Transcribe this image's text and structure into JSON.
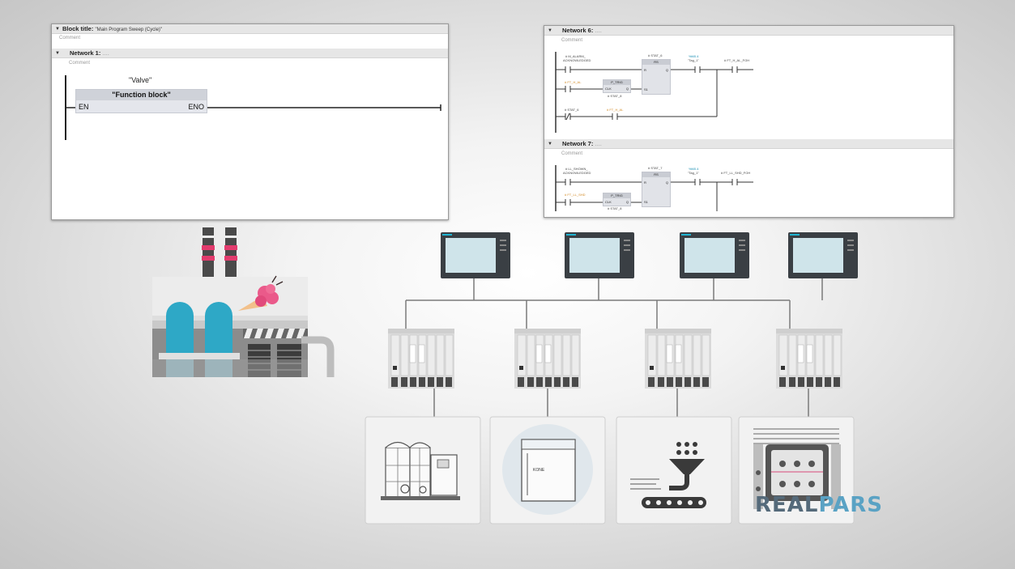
{
  "left_panel": {
    "block_title_label": "Block title:",
    "block_title_value": "\"Main Program Sweep (Cycle)\"",
    "comment": "Comment",
    "network1_label": "Network 1:",
    "network1_dots": "....",
    "network1_comment": "Comment",
    "instance_label": "\"Valve\"",
    "fb_title": "\"Function block\"",
    "en_pin": "EN",
    "eno_pin": "ENO"
  },
  "right_panel": {
    "network6_label": "Network 6:",
    "network6_dots": "....",
    "network6_comment": "Comment",
    "n6_contact1_line1": "# M_ALARM_",
    "n6_contact1_line2": "ACKNOWLEDGED",
    "n6_rs_tag": "# STAT_6",
    "n6_rs_title": "RS",
    "n6_rs_r": "R",
    "n6_rs_q": "Q",
    "n6_rs_s1": "S1",
    "n6_blue_addr": "%M0.4",
    "n6_blue_tag": "\"Tag_1\"",
    "n6_out_tag": "# FT_H_AL_FOH",
    "n6_trig_in": "# FT_H_AL",
    "n6_trig_title": "P_TRIG",
    "n6_trig_clk": "CLK",
    "n6_trig_q": "Q",
    "n6_trig_stat": "# STAT_8",
    "n6_row3_stat": "# STAT_6",
    "n6_row3_orange": "# FT_H_AL",
    "network7_label": "Network 7:",
    "network7_dots": "....",
    "network7_comment": "Comment",
    "n7_contact1_line1": "# LL_SHOWN_",
    "n7_contact1_line2": "ACKNOWLEDGED",
    "n7_rs_tag": "# STAT_7",
    "n7_rs_title": "RS",
    "n7_rs_r": "R",
    "n7_rs_q": "Q",
    "n7_rs_s1": "S1",
    "n7_blue_addr": "%M0.4",
    "n7_blue_tag": "\"Tag_1\"",
    "n7_out_tag": "# FT_LL_SHD_FOH",
    "n7_trig_in": "# FT_LL_SHD",
    "n7_trig_title": "P_TRIG",
    "n7_trig_clk": "CLK",
    "n7_trig_q": "Q",
    "n7_trig_stat": "# STAT_8"
  },
  "devices": {
    "hmi_panels": 4,
    "plc_racks": 4,
    "machine_cards": [
      "process-skid",
      "freezer",
      "depositor",
      "packaging-machine"
    ],
    "machine_brand_text": "KONE",
    "colors": {
      "tank_cyan": "#2ea8c6",
      "chimney_pink": "#e23b6d",
      "icecream_pink": "#ea5a8a",
      "cone": "#f2c08a",
      "machine_roof": "#ececec",
      "rack_body": "#dcdcdc",
      "line_gray": "#7a7a7a",
      "hmi_screen": "#cfe4ea"
    }
  },
  "logo": {
    "part1": "REAL",
    "part2": "PARS",
    "colors": {
      "part1": "#556a7a",
      "part2": "#5aa2c4"
    }
  }
}
